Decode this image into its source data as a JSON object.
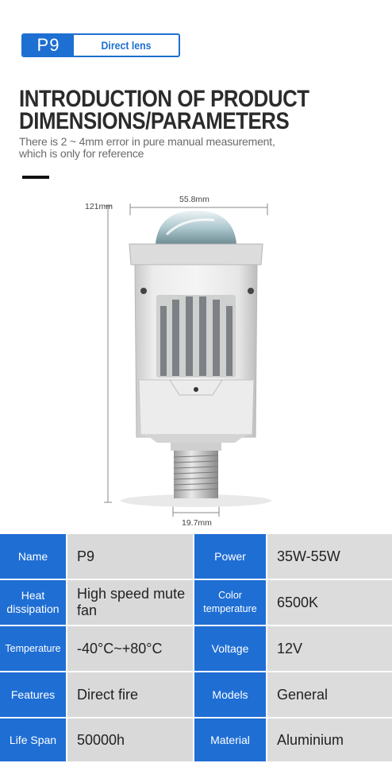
{
  "badge": {
    "model": "P9",
    "label": "Direct lens"
  },
  "heading": {
    "line1": "INTRODUCTION OF PRODUCT",
    "line2": "DIMENSIONS/PARAMETERS",
    "note_line1": "There is 2 ~ 4mm error in pure manual measurement,",
    "note_line2": "which is only for reference"
  },
  "dimensions": {
    "height": "121mm",
    "width": "55.8mm",
    "base": "19.7mm"
  },
  "colors": {
    "accent": "#1f6ed4",
    "value_bg": "#dcdcdc",
    "heading": "#2b2b2b"
  },
  "specs": [
    {
      "label1": "Name",
      "value1": "P9",
      "label2": "Power",
      "value2": "35W-55W"
    },
    {
      "label1": "Heat dissipation",
      "value1": "High speed mute fan",
      "label2": "Color temperature",
      "value2": "6500K"
    },
    {
      "label1": "Temperature",
      "value1": "-40°C~+80°C",
      "label2": "Voltage",
      "value2": "12V"
    },
    {
      "label1": "Features",
      "value1": "Direct fire",
      "label2": "Models",
      "value2": "General"
    },
    {
      "label1": "Life Span",
      "value1": "50000h",
      "label2": "Material",
      "value2": "Aluminium"
    }
  ]
}
